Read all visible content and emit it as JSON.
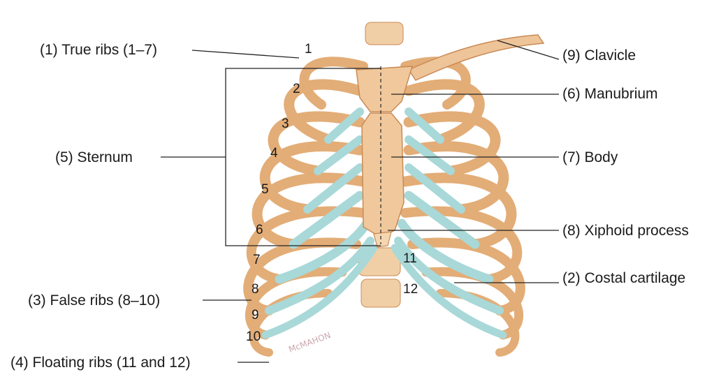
{
  "labels": {
    "true_ribs": "(1) True ribs (1–7)",
    "clavicle": "(9) Clavicle",
    "manubrium": "(6) Manubrium",
    "sternum": "(5) Sternum",
    "body": "(7) Body",
    "xiphoid": "(8) Xiphoid process",
    "costal_cartilage": "(2) Costal cartilage",
    "false_ribs": "(3) False ribs (8–10)",
    "floating_ribs": "(4) Floating ribs (11 and 12)"
  },
  "rib_numbers": [
    "1",
    "2",
    "3",
    "4",
    "5",
    "6",
    "7",
    "8",
    "9",
    "10",
    "11",
    "12"
  ],
  "signature": "McMAHON",
  "colors": {
    "bone": "#e8b886",
    "bone_dark": "#c98a55",
    "bone_light": "#f4d6b0",
    "cartilage": "#a9d8d8",
    "cartilage_dark": "#7fbcbc",
    "leader": "#222222",
    "text": "#1a1a1a"
  }
}
